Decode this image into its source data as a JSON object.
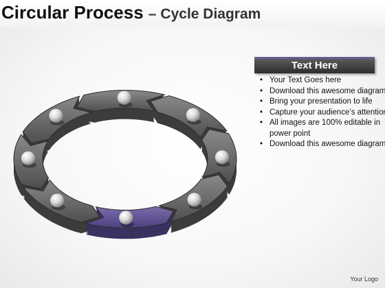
{
  "header": {
    "title_main": "Circular Process",
    "title_sub": "– Cycle Diagram"
  },
  "diagram": {
    "segment_count": 8,
    "highlighted_segment": 0,
    "colors": {
      "segment": "#6e6e6e",
      "segment_dark": "#3c3c3c",
      "highlight": "#6a5a94",
      "highlight_dark": "#3b3160",
      "ball": "#e6e6e6"
    }
  },
  "panel": {
    "header": "Text Here",
    "items": [
      "Your Text Goes here",
      "Download this awesome diagram",
      "Bring your presentation to life",
      "Capture your audience’s attention",
      "All images are 100% editable in power point",
      "Download this awesome diagram"
    ]
  },
  "footer": {
    "text": "Your Logo"
  }
}
